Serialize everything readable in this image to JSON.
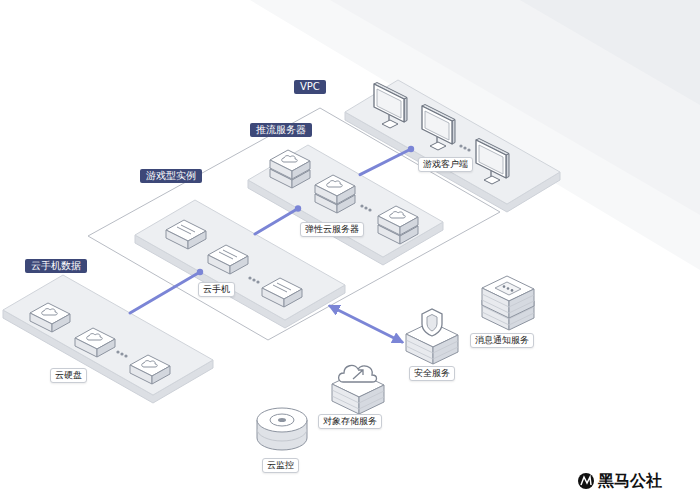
{
  "diagram": {
    "nodes": [
      {
        "text": [
          "VPC"
        ]
      },
      {
        "text": [
          "推流服务器",
          "弹性云服务器"
        ],
        "in": 0
      },
      {
        "text": [
          "游戏型实例",
          "云手机"
        ],
        "in": 0
      },
      {
        "text": [
          "游戏客户端"
        ]
      },
      {
        "text": [
          "云手机数据",
          "云硬盘"
        ]
      },
      {
        "text": [
          "消息通知服务"
        ]
      },
      {
        "text": [
          "安全服务"
        ]
      },
      {
        "text": [
          "对象存储服务"
        ]
      },
      {
        "text": [
          "云监控"
        ]
      }
    ],
    "edges": [
      {
        "from": 4,
        "to": 2,
        "arrow": "none"
      },
      {
        "from": 2,
        "to": 1,
        "arrow": "none"
      },
      {
        "from": 1,
        "to": 3,
        "arrow": "none"
      },
      {
        "from": 0,
        "to": 6,
        "arrow": "both"
      }
    ],
    "labels": [
      "黑马公社"
    ]
  }
}
